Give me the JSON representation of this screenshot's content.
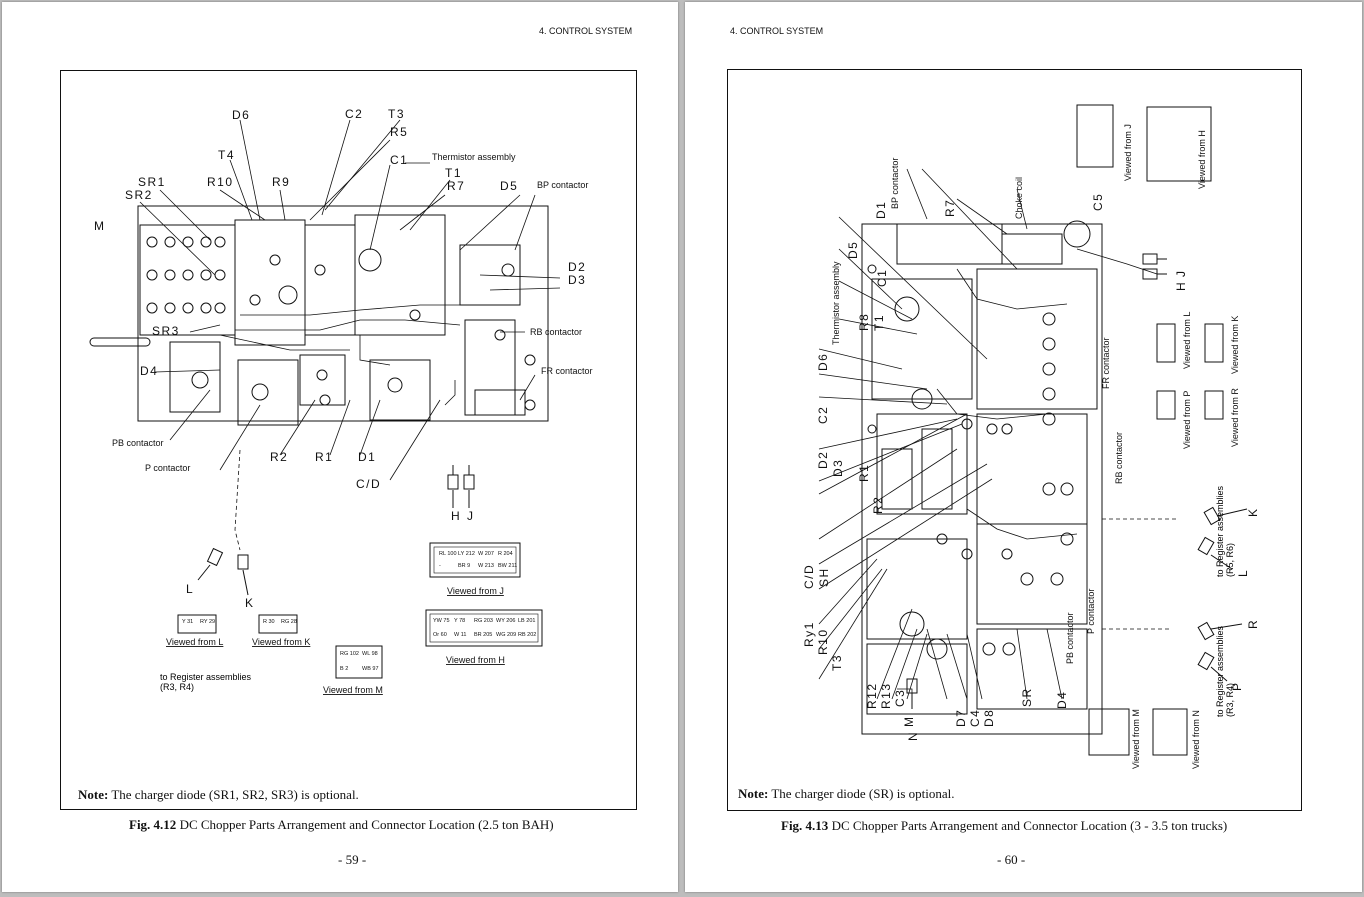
{
  "left_page": {
    "header": "4.  CONTROL SYSTEM",
    "part_labels": {
      "d6": "D6",
      "c2": "C2",
      "t3": "T3",
      "r5": "R5",
      "c1": "C1",
      "thermistor": "Thermistor assembly",
      "t4": "T4",
      "t1": "T1",
      "r7": "R7",
      "d5": "D5",
      "bp": "BP contactor",
      "sr1": "SR1",
      "r10": "R10",
      "r9": "R9",
      "sr2": "SR2",
      "m": "M",
      "d2": "D2",
      "d3": "D3",
      "sr3": "SR3",
      "rb": "RB contactor",
      "d4": "D4",
      "fr": "FR contactor",
      "pb": "PB contactor",
      "p": "P contactor",
      "r2": "R2",
      "r1": "R1",
      "d1": "D1",
      "cd": "C/D",
      "h": "H",
      "j": "J",
      "l": "L",
      "k": "K"
    },
    "connector_j": {
      "title": "Viewed from J",
      "rows": [
        [
          "RL 100",
          "LY 212",
          "W 207",
          "R 204"
        ],
        [
          "-",
          "BR 9",
          "W 213",
          "BW 211"
        ]
      ]
    },
    "connector_h": {
      "title": "Viewed from H",
      "rows": [
        [
          "YW 75",
          "Y 78",
          "RG 203",
          "WY 206",
          "LB 201"
        ],
        [
          "Or 60",
          "W 11",
          "BR 205",
          "WG 209",
          "RB 202"
        ]
      ]
    },
    "connector_l": {
      "title": "Viewed from L",
      "rows": [
        [
          "Y 31",
          "RY 29"
        ]
      ]
    },
    "connector_k": {
      "title": "Viewed from K",
      "rows": [
        [
          "R 30",
          "RG 28"
        ]
      ]
    },
    "connector_m": {
      "title": "Viewed from M",
      "rows": [
        [
          "RG 102",
          "WL 98"
        ],
        [
          "B 2",
          "WB 97"
        ]
      ]
    },
    "register_note": "to Register assemblies\n(R3, R4)",
    "note_bold": "Note:",
    "note_text": " The charger diode (SR1, SR2, SR3) is optional.",
    "caption_bold": "Fig. 4.12",
    "caption_text": "  DC Chopper Parts Arrangement and Connector Location (2.5 ton BAH)",
    "page_number": "- 59 -"
  },
  "right_page": {
    "header": "4.  CONTROL SYSTEM",
    "part_labels": {
      "d1": "D1",
      "bp": "BP contactor",
      "r7": "R7",
      "choke": "Choke coil",
      "c5": "C5",
      "d5": "D5",
      "c1": "C1",
      "thermistor": "Thermistor assembly",
      "r8": "R8",
      "t1": "T1",
      "d6": "D6",
      "c2": "C2",
      "d2": "D2",
      "d3": "D3",
      "r1": "R1",
      "r2": "R2",
      "cd": "C/D",
      "sh": "SH",
      "ry1": "Ry1",
      "r10": "R10",
      "t3": "T3",
      "r12": "R12",
      "r13": "R13",
      "c3": "C3",
      "m": "M",
      "n": "N",
      "d7": "D7",
      "c4": "C4",
      "d8": "D8",
      "sr": "SR",
      "d4": "D4",
      "fr": "FR contactor",
      "rb": "RB contactor",
      "p": "P contactor",
      "pb": "PB contactor",
      "j": "J",
      "h": "H",
      "k": "K",
      "l": "L",
      "r": "R",
      "p_conn": "P"
    },
    "view_labels": {
      "j": "Viewed from J",
      "h": "Viewed from H",
      "l": "Viewed from L",
      "k": "Viewed from K",
      "p": "Viewed from P",
      "r": "Viewed from R",
      "m": "Viewed from M",
      "n": "Viewed from N"
    },
    "register_note_1": "to Register assemblies\n(R5, R6)",
    "register_note_2": "to Register assemblies\n(R3, R4)",
    "note_bold": "Note:",
    "note_text": " The charger diode (SR) is optional.",
    "caption_bold": "Fig. 4.13",
    "caption_text": "  DC Chopper Parts Arrangement and Connector Location (3 - 3.5 ton trucks)",
    "page_number": "- 60 -"
  }
}
